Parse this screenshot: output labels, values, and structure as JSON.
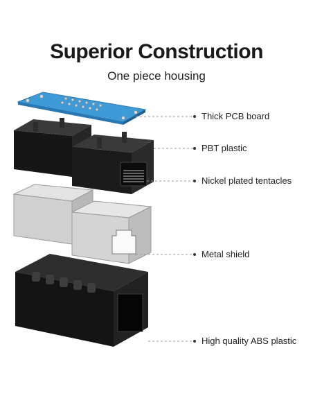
{
  "header": {
    "title": "Superior Construction",
    "subtitle": "One piece housing"
  },
  "callouts": [
    {
      "label": "Thick PCB board"
    },
    {
      "label": "PBT plastic"
    },
    {
      "label": "Nickel plated tentacles"
    },
    {
      "label": "Metal shield"
    },
    {
      "label": "High quality ABS plastic"
    }
  ],
  "colors": {
    "pcb": "#3f9ad8",
    "plastic": "#1b1b1b",
    "metal": "#c8c8c8",
    "leader": "#9a9a9a"
  }
}
